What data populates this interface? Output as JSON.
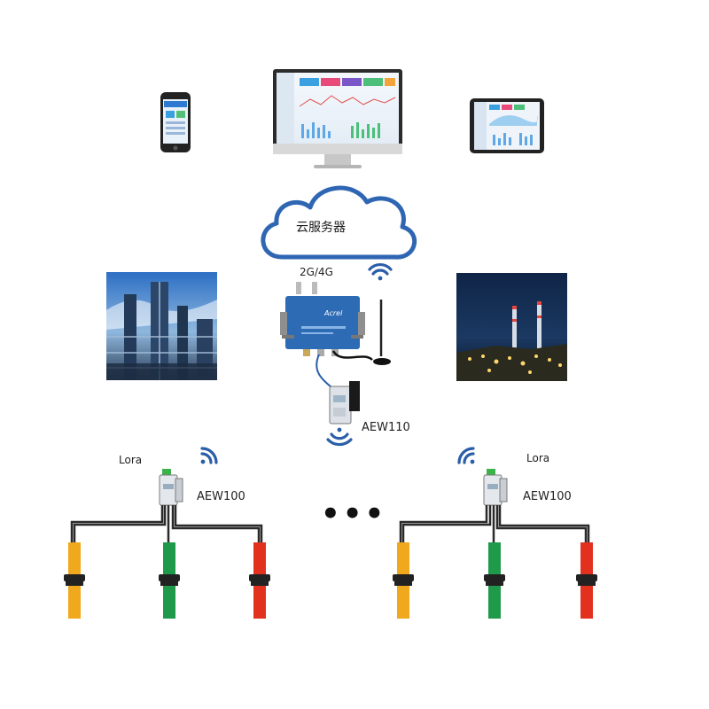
{
  "labels": {
    "cloud": "云服务器",
    "network": "2G/4G",
    "gateway_model": "AEW110",
    "lora_left": "Lora",
    "lora_right": "Lora",
    "meter_left": "AEW100",
    "meter_right": "AEW100",
    "ellipsis": "•••"
  },
  "gateway_brand": "Acrel",
  "colors": {
    "cloud_stroke": "#2f66b3",
    "wifi": "#2a5ea8",
    "cable_yellow": "#f0a81c",
    "cable_green": "#1f9a4a",
    "cable_red": "#e2321f",
    "wire": "#2a2a2a"
  },
  "icons": [
    "smartphone-icon",
    "monitor-icon",
    "tablet-icon",
    "cloud-icon",
    "wifi-icon",
    "antenna-icon",
    "gateway-icon",
    "meter-icon",
    "current-sensor-icon"
  ]
}
